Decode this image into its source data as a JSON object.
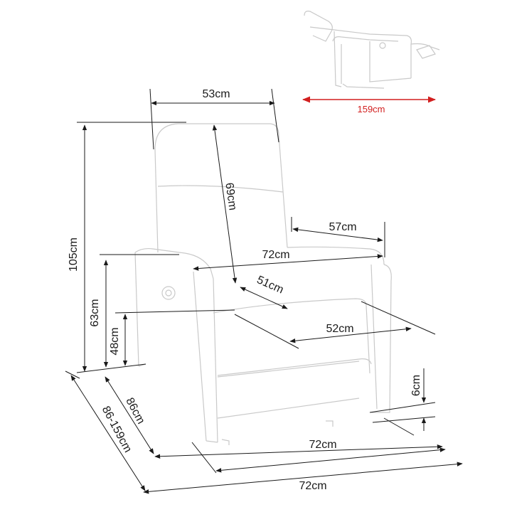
{
  "dimensions": {
    "backrest_width": "53cm",
    "backrest_height": "69cm",
    "total_height": "105cm",
    "armrest_height": "63cm",
    "seat_height": "48cm",
    "total_width": "72cm",
    "armrest_depth": "57cm",
    "seat_depth": "51cm",
    "seat_width": "52cm",
    "leg_height": "6cm",
    "front_width": "72cm",
    "base_width": "72cm",
    "depth": "86cm",
    "depth_range": "86-159cm",
    "reclined_length": "159cm"
  },
  "colors": {
    "outline": "#c9c9c9",
    "dimension_line": "#1a1a1a",
    "reclined_accent": "#d21f1f"
  }
}
